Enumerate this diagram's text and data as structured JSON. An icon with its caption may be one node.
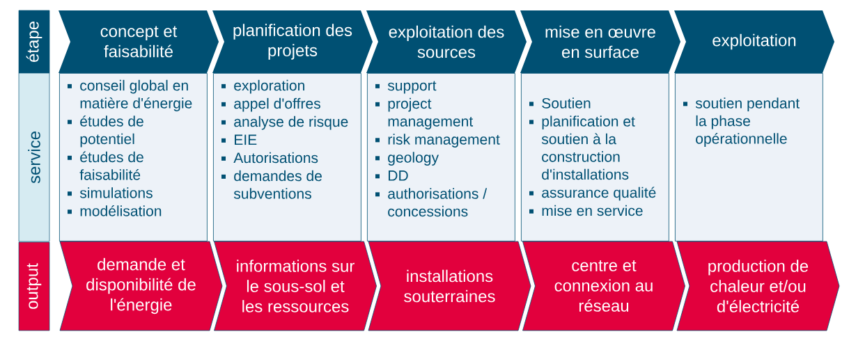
{
  "diagram": {
    "nodes": [
      {
        "text": [
          "étape"
        ]
      },
      {
        "text": [
          "concept et faisabilité"
        ]
      },
      {
        "text": [
          "planification des projets"
        ]
      },
      {
        "text": [
          "exploitation des sources"
        ]
      },
      {
        "text": [
          "mise en œuvre en surface"
        ]
      },
      {
        "text": [
          "exploitation"
        ]
      },
      {
        "text": [
          "service"
        ]
      },
      {
        "text": [
          "conseil global en matière d'énergie",
          "études de potentiel",
          "études de faisabilité",
          "simulations",
          "modélisation"
        ]
      },
      {
        "text": [
          "exploration",
          "appel d'offres",
          "analyse de risque",
          "EIE",
          "Autorisations",
          "demandes de subventions"
        ]
      },
      {
        "text": [
          "support",
          "project management",
          "risk management",
          "geology",
          "DD",
          "authorisations / concessions"
        ]
      },
      {
        "text": [
          "Soutien",
          "planification et soutien à la construction d'installations",
          "assurance qualité",
          "mise en service"
        ]
      },
      {
        "text": [
          "soutien pendant la phase opérationnelle"
        ]
      },
      {
        "text": [
          "output"
        ]
      },
      {
        "text": [
          "demande et disponibilité de l'énergie"
        ]
      },
      {
        "text": [
          "informations sur le sous-sol et les ressources"
        ]
      },
      {
        "text": [
          "installations souterraines"
        ]
      },
      {
        "text": [
          "centre et connexion au réseau"
        ]
      },
      {
        "text": [
          "production de chaleur et/ou d'électricité"
        ]
      }
    ]
  }
}
